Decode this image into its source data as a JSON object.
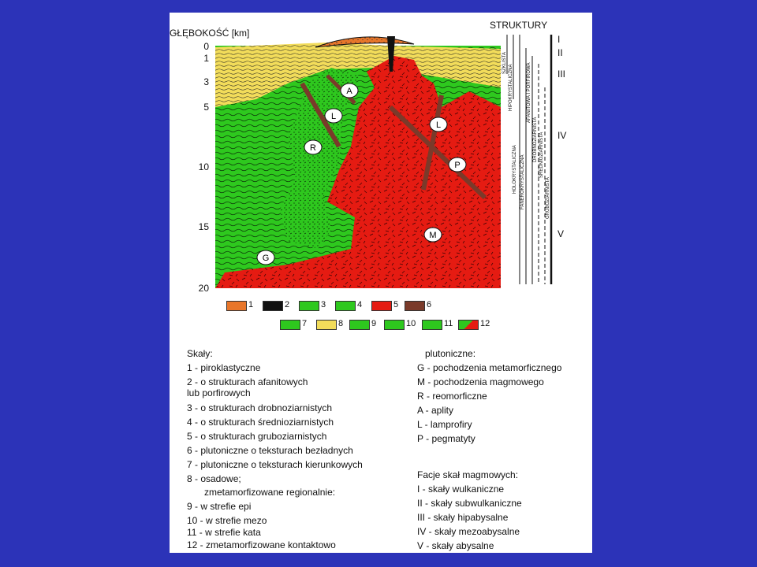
{
  "diagram": {
    "depth_axis_title": "GŁĘBOKOŚĆ [km]",
    "structures_title": "STRUKTURY",
    "depth_ticks": [
      "0",
      "1",
      "3",
      "5",
      "10",
      "15",
      "20"
    ],
    "facies_marks": [
      "I",
      "II",
      "III",
      "IV",
      "V"
    ],
    "circle_labels": [
      "A",
      "L",
      "L",
      "R",
      "P",
      "M",
      "G"
    ],
    "structure_columns": [
      "SZKLISTA",
      "HIPOKRYSTALICZNA",
      "AFANITOWA I PORFIROWA",
      "HOLOKRYSTALICZNA",
      "FANEROKRYSTALICZNA",
      "DROBNOZIARNISTA",
      "ŚREDNIOZIARNISTA",
      "GRUBOZIARNISTA"
    ]
  },
  "legend": {
    "row1": [
      "1",
      "2",
      "3",
      "4",
      "5",
      "6"
    ],
    "row2": [
      "7",
      "8",
      "9",
      "10",
      "11",
      "12"
    ],
    "colors": {
      "pyroclastic": "#e8762a",
      "black": "#111111",
      "green": "#2ec81e",
      "red": "#e51b12",
      "brown": "#7a3a2a",
      "yellow": "#f2dc5a"
    }
  },
  "rocks": {
    "title": "Skały:",
    "items": [
      "1 - piroklastyczne",
      "2 - o strukturach afanitowych",
      "lub porfirowych",
      "3 - o strukturach drobnoziarnistych",
      "4 - o strukturach średnioziarnistych",
      "5 - o strukturach gruboziarnistych",
      "6 - plutoniczne o teksturach bezładnych",
      "7 - plutoniczne o teksturach kierunkowych",
      "8 - osadowe;",
      "zmetamorfizowane regionalnie:",
      "9 - w strefie epi",
      "10 - w strefie mezo",
      "11 - w strefie kata",
      "12 - zmetamorfizowane kontaktowo"
    ]
  },
  "plutonic": {
    "title": "plutoniczne:",
    "items": [
      "G - pochodzenia metamorficznego",
      "M - pochodzenia magmowego",
      "R - reomorficzne",
      "A - aplity",
      "L - lamprofiry",
      "P - pegmatyty"
    ]
  },
  "facies": {
    "title": "Facje skał magmowych:",
    "items": [
      "I   - skały wulkaniczne",
      "II  - skały subwulkaniczne",
      "III  - skały hipabysalne",
      "IV  - skały mezoabysalne",
      "V   - skały abysalne"
    ]
  }
}
